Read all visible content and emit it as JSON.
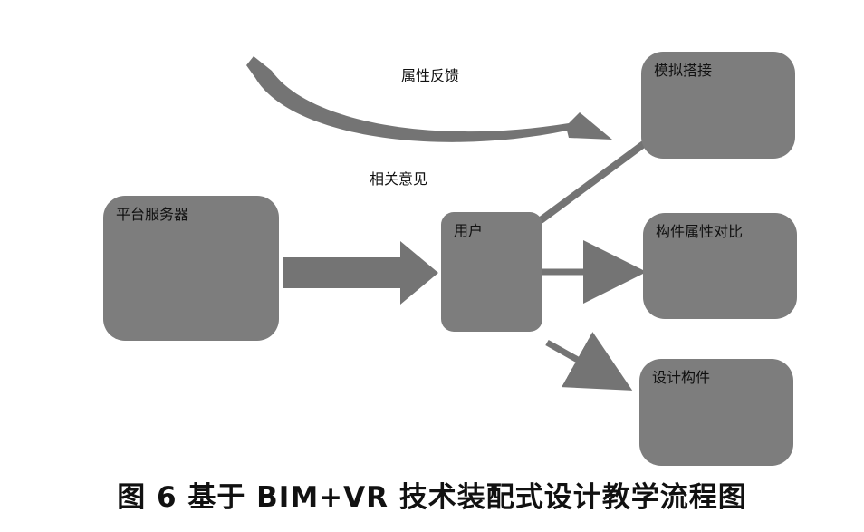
{
  "diagram": {
    "nodes": {
      "platform_server": "平台服务器",
      "user": "用户",
      "simulated_assembly": "模拟搭接",
      "component_attribute_compare": "构件属性对比",
      "design_component": "设计构件"
    },
    "labels": {
      "attribute_feedback": "属性反馈",
      "related_opinions": "相关意见"
    },
    "colors": {
      "node_fill": "#7d7d7d",
      "arrow_fill": "#747474",
      "text": "#111111"
    }
  },
  "caption": "图 6 基于 BIM+VR 技术装配式设计教学流程图"
}
